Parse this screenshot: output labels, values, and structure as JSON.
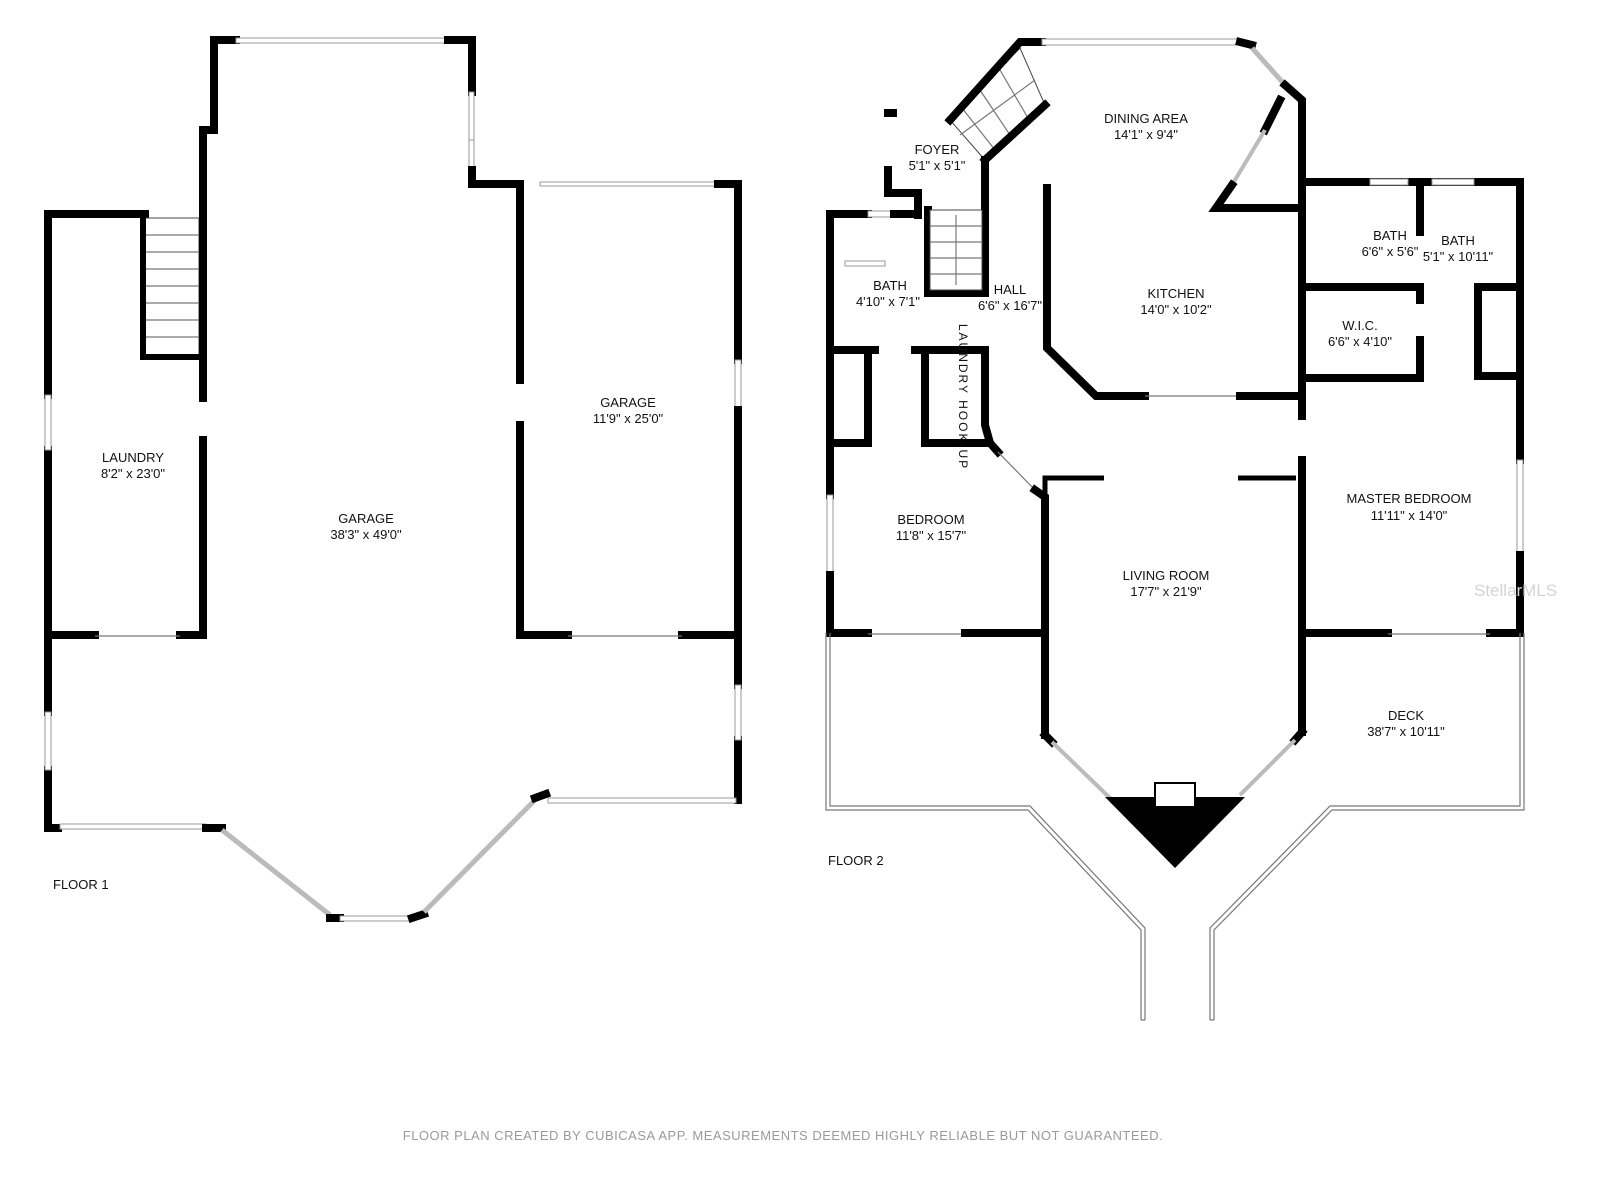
{
  "floor1": {
    "label": "FLOOR 1",
    "rooms": [
      {
        "name": "LAUNDRY",
        "size": "8'2\" x 23'0\""
      },
      {
        "name": "GARAGE",
        "size": "38'3\" x 49'0\""
      },
      {
        "name": "GARAGE",
        "size": "11'9\" x 25'0\""
      }
    ]
  },
  "floor2": {
    "label": "FLOOR 2",
    "rooms": [
      {
        "name": "FOYER",
        "size": "5'1\" x 5'1\""
      },
      {
        "name": "DINING AREA",
        "size": "14'1\" x 9'4\""
      },
      {
        "name": "BATH",
        "size": "4'10\" x 7'1\""
      },
      {
        "name": "HALL",
        "size": "6'6\" x 16'7\""
      },
      {
        "name": "KITCHEN",
        "size": "14'0\" x 10'2\""
      },
      {
        "name": "BATH",
        "size": "6'6\" x 5'6\""
      },
      {
        "name": "BATH",
        "size": "5'1\" x 10'11\""
      },
      {
        "name": "W.I.C.",
        "size": "6'6\" x 4'10\""
      },
      {
        "name": "LAUNDRY HOOK-UP",
        "size": ""
      },
      {
        "name": "BEDROOM",
        "size": "11'8\" x 15'7\""
      },
      {
        "name": "MASTER BEDROOM",
        "size": "11'11\" x 14'0\""
      },
      {
        "name": "LIVING ROOM",
        "size": "17'7\" x 21'9\""
      },
      {
        "name": "DECK",
        "size": "38'7\" x 10'11\""
      }
    ]
  },
  "watermark": "StellarMLS",
  "footer": "FLOOR PLAN CREATED BY CUBICASA APP. MEASUREMENTS DEEMED HIGHLY RELIABLE BUT NOT GUARANTEED."
}
